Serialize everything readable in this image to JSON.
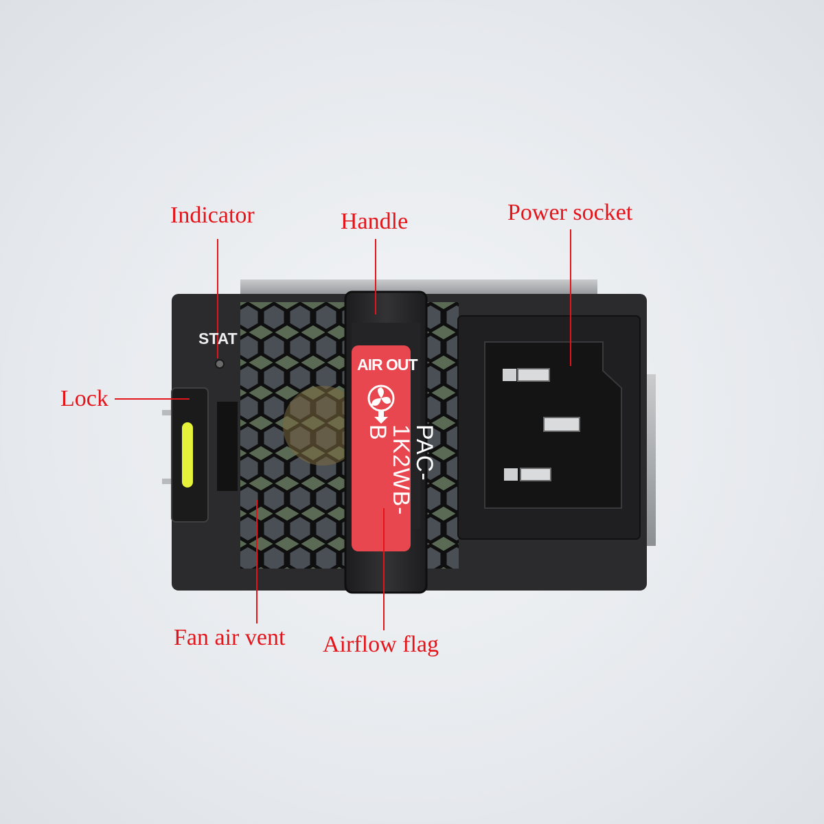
{
  "callouts": {
    "indicator": "Indicator",
    "handle": "Handle",
    "power_socket": "Power socket",
    "lock": "Lock",
    "fan_air_vent": "Fan air vent",
    "airflow_flag": "Airflow flag"
  },
  "device": {
    "stat_label": "STAT",
    "flag_air_out": "AIR OUT",
    "flag_model_line1": "PAC-",
    "flag_model_line2": "1K2WB-B"
  },
  "colors": {
    "callout_red": "#e3151b",
    "panel_black": "#2a2a2c",
    "flag_red": "#e8474f",
    "lock_led": "#e6f23a"
  },
  "icons": {
    "fan": "fan-icon",
    "arrow": "arrow-down-icon"
  }
}
